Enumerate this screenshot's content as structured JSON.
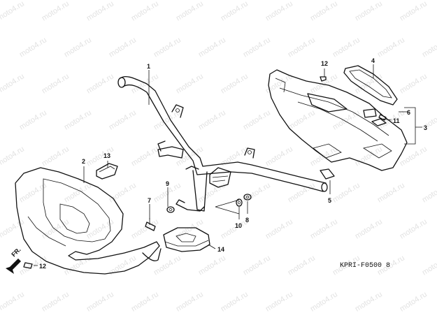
{
  "watermark": {
    "text": "moto4.ru"
  },
  "callouts": {
    "c1": "1",
    "c2": "2",
    "c3": "3",
    "c4": "4",
    "c5": "5",
    "c6": "6",
    "c7": "7",
    "c8": "8",
    "c9": "9",
    "c10": "10",
    "c11": "11",
    "c12a": "12",
    "c12b": "12",
    "c13": "13",
    "c14": "14"
  },
  "direction_label": "FR.",
  "diagram_code": "KPRI-F0500 8"
}
